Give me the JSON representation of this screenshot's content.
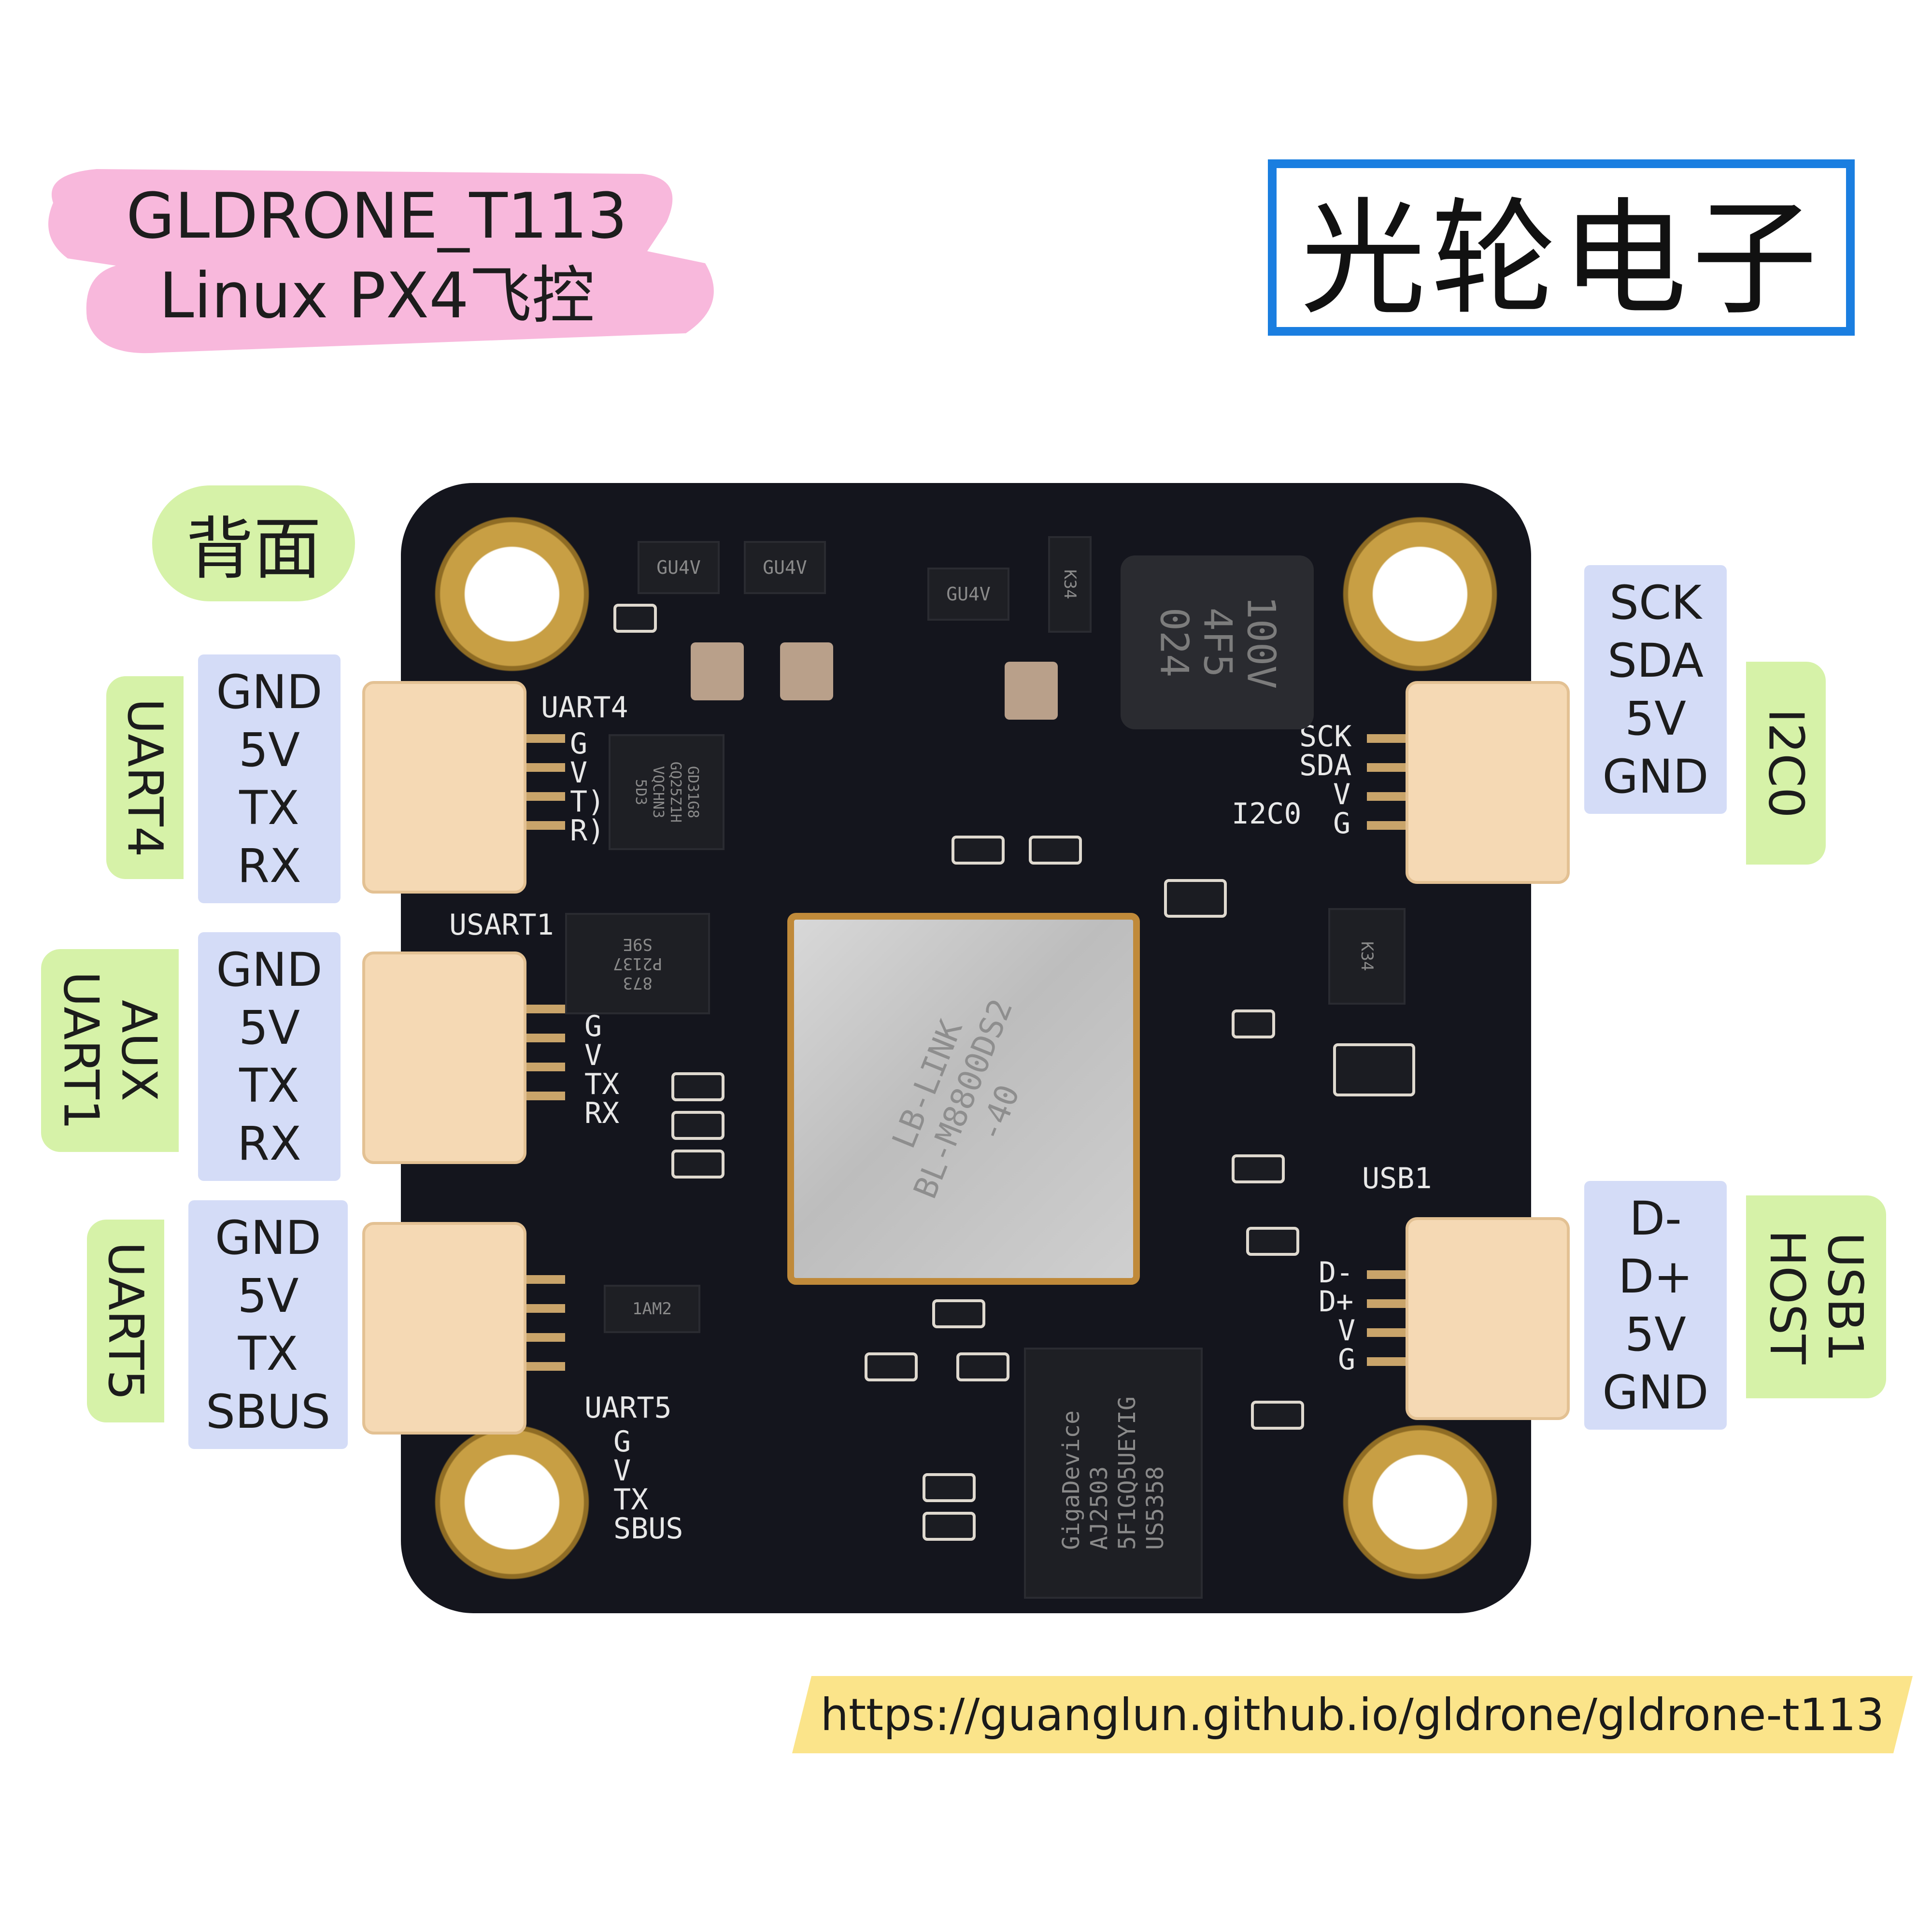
{
  "title": {
    "line1": "GLDRONE_T113",
    "line2": "Linux PX4飞控",
    "badge_color": "#f8b8dc"
  },
  "brand": {
    "text": "光轮电子",
    "border_color": "#1a7ee0"
  },
  "side_badge": "背面",
  "left_ports": [
    {
      "label": "UART4",
      "pins": [
        "GND",
        "5V",
        "TX",
        "RX"
      ]
    },
    {
      "label": "AUX\nUART1",
      "pins": [
        "GND",
        "5V",
        "TX",
        "RX"
      ]
    },
    {
      "label": "UART5",
      "pins": [
        "GND",
        "5V",
        "TX",
        "SBUS"
      ]
    }
  ],
  "right_ports": [
    {
      "label": "I2C0",
      "pins": [
        "SCK",
        "SDA",
        "5V",
        "GND"
      ]
    },
    {
      "label": "USB1\nHOST",
      "pins": [
        "D-",
        "D+",
        "5V",
        "GND"
      ]
    }
  ],
  "url": "https://guanglun.github.io/gldrone/gldrone-t113",
  "colors": {
    "label_green": "#d6f2a8",
    "label_blue": "#d4dcf7",
    "url_band": "#fbe48a",
    "pcb": "#14151d"
  },
  "pcb": {
    "silk_uart4": "UART4",
    "silk_uart4_pins": [
      "G",
      "V",
      "T)",
      "R)"
    ],
    "silk_usart1": "USART1",
    "silk_usart1_pins": [
      "G",
      "V",
      "TX",
      "RX"
    ],
    "silk_uart5": "UART5",
    "silk_uart5_pins": [
      "G",
      "V",
      "TX",
      "SBUS"
    ],
    "silk_i2c0": "I2C0",
    "silk_i2c0_pins": [
      "SCK",
      "SDA",
      "V",
      "G"
    ],
    "silk_usb1": "USB1",
    "silk_usb1_pins": [
      "D-",
      "D+",
      "V",
      "G"
    ],
    "module_line1": "LB-LINK",
    "module_line2": "BL-M8800DS2",
    "module_line3": "-40",
    "flash_line1": "GigaDevice",
    "flash_line2": "AJ2503",
    "flash_line3": "5F1GQ5UEYIG",
    "flash_line4": "US5358",
    "inductor_line1": "100V",
    "inductor_line2": "4F5",
    "inductor_line3": "024",
    "reg1": "GU4V",
    "reg2": "GU4V",
    "reg3": "GU4V",
    "diode1": "K34",
    "diode2": "K34",
    "imu_line1": "GD31G8",
    "imu_line2": "GQ25Z1H",
    "imu_line3": "VQCHN3",
    "imu_line4": "5D3",
    "baro_line1": "873",
    "baro_line2": "P2137",
    "baro_line3": "S9E",
    "small_chip": "1AM2"
  }
}
